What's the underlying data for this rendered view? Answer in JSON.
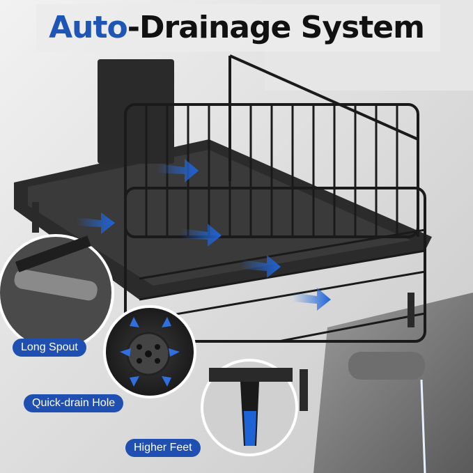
{
  "title": {
    "accent": "Auto",
    "rest": "-Drainage System"
  },
  "callouts": [
    {
      "label": "Long Spout"
    },
    {
      "label": "Quick-drain Hole"
    },
    {
      "label": "Higher Feet"
    }
  ],
  "colors": {
    "accent": "#1f55b5",
    "pill": "#1f4fb0",
    "rack": "#1a1a1a"
  }
}
